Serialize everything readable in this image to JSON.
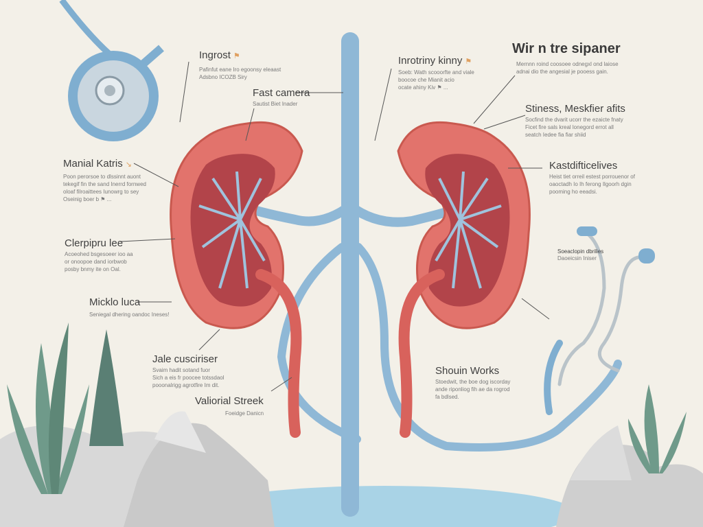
{
  "title": "Wir n tre sipaner",
  "title_desc": "Mernnn roind coosoee odnegxl ond laiose\nadnai dio the angesial je pooess gain.",
  "labels": [
    {
      "id": "ingrost",
      "title": "Ingrost",
      "tag": "⚑",
      "desc": "Pafinfut eane Iro egoonsy eleaast\nAdsbno ICOZB Siry"
    },
    {
      "id": "fast-camera",
      "title": "Fast camera",
      "desc": "Sautist Biet Inader"
    },
    {
      "id": "inrotriny-kinny",
      "title": "Inrotriny kinny",
      "tag": "⚑",
      "desc": "Soeb: Wath scooorfte and viale\nboocoe che Mianit acio\nocate ahiny Kiv ⚑ ..."
    },
    {
      "id": "stiness",
      "title": "Stiness, Meskfier afits",
      "desc": "Socfind the dvarit ucorr the ezaicte fnaty\nFicet fire sals kreal lonegord errot all\nseatch Iedee fia fiar shiid"
    },
    {
      "id": "kastdifticelives",
      "title": "Kastdifticelives",
      "desc": "Heist tiet orreil estest porrouenor of\noaoctadh Io Ih ferong Ilgoorh dgin\npooming ho eeadsi."
    },
    {
      "id": "manial-katris",
      "title": "Manial Katris",
      "tag": "↘",
      "desc": "Poon perorsoe to dlssinnt auont\ntekegif fin the sand Inerrd fornwed\noloaf filroaittees Iunowrg to sey\nOseinig boer b ⚑ ..."
    },
    {
      "id": "clerpiprulee",
      "title": "Clerpipru lee",
      "desc": "Acoeohed bsgesoeer ioo aa\nor onoopoe dand iorbwob\nposby bnmy ite on Oal."
    },
    {
      "id": "micklo-luca",
      "title": "Micklo luca",
      "desc": "Seniegal dhering oandoc Ineses!"
    },
    {
      "id": "jale-cusciriser",
      "title": "Jale cusciriser",
      "desc": "Svaim hadit sotand fuor\nSich a eis fr poocee totssdaol\npooonalrigg agrotfire Im dit."
    },
    {
      "id": "valiorial-streek",
      "title": "Valiorial Streek",
      "desc": "Foeidge Danicn"
    },
    {
      "id": "shouin-works",
      "title": "Shouin Works",
      "desc": "Stoedwit, the boe dog iscorday\nande riponliog fih ae da rogrod\nfa bdlsed."
    },
    {
      "id": "stethoscope-caption",
      "title": "Soeaclopin dbrilies",
      "desc": "Daoeicsin Iniser"
    }
  ],
  "colors": {
    "kidney": "#e0706a",
    "kidney_dark": "#b8454a",
    "vessel": "#8fb8d6",
    "background": "#f3f0e8"
  },
  "icons": [
    "stethoscope-icon",
    "kidney-left",
    "kidney-right",
    "aorta",
    "plant-icons",
    "rocks-icons",
    "water"
  ]
}
